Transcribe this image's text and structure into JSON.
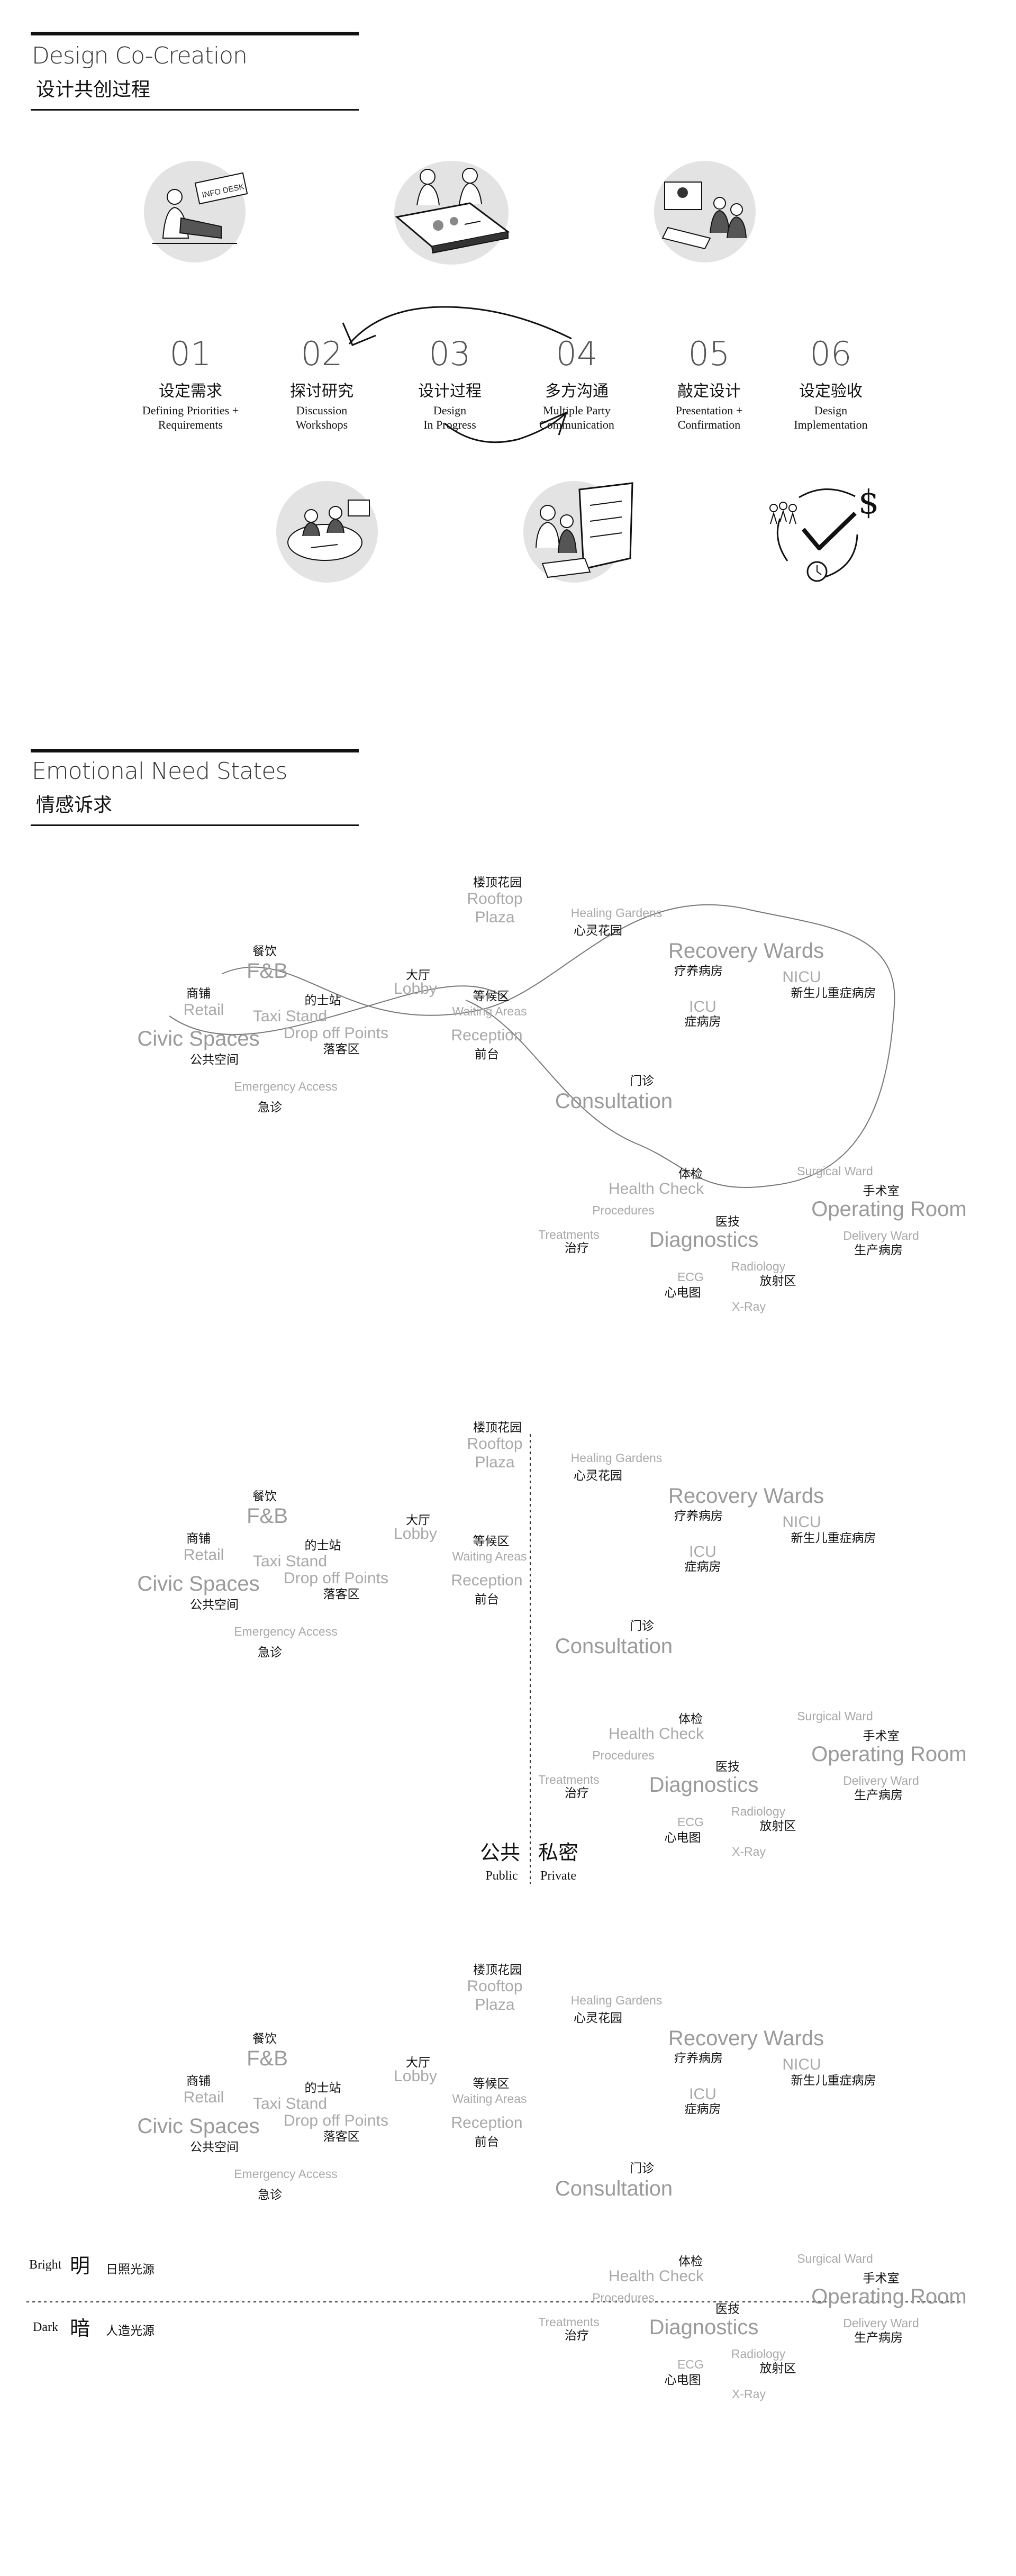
{
  "section1": {
    "title_en": "Design Co-Creation",
    "title_zh": "设计共创过程"
  },
  "steps": [
    {
      "num": "01",
      "zh": "设定需求",
      "en": "Defining Priorities +\nRequirements"
    },
    {
      "num": "02",
      "zh": "探讨研究",
      "en": "Discussion\nWorkshops"
    },
    {
      "num": "03",
      "zh": "设计过程",
      "en": "Design\nIn Progress"
    },
    {
      "num": "04",
      "zh": "多方沟通",
      "en": "Multiple Party\nCommunication"
    },
    {
      "num": "05",
      "zh": "敲定设计",
      "en": "Presentation +\nConfirmation"
    },
    {
      "num": "06",
      "zh": "设定验收",
      "en": "Design\nImplementation"
    }
  ],
  "illustrations": {
    "step1_sign": "INFO DESK",
    "icons": [
      "help-desk-sketch-icon",
      "workshop-table-sketch-icon",
      "meeting-room-sketch-icon",
      "team-review-sketch-icon",
      "document-review-sketch-icon",
      "approval-check-icon"
    ]
  },
  "section2": {
    "title_en": "Emotional Need States",
    "title_zh": "情感诉求"
  },
  "spaces": {
    "fb": {
      "en": "F&B",
      "zh": "餐饮"
    },
    "retail": {
      "en": "Retail",
      "zh": "商铺"
    },
    "civic": {
      "en": "Civic Spaces",
      "zh": "公共空间"
    },
    "taxi": {
      "en": "Taxi Stand",
      "zh": "的士站"
    },
    "dropoff": {
      "en": "Drop off Points",
      "zh": "落客区"
    },
    "emergency": {
      "en": "Emergency Access",
      "zh": "急诊"
    },
    "lobby": {
      "en": "Lobby",
      "zh": "大厅"
    },
    "rooftop": {
      "en": "Rooftop\nPlaza",
      "zh": "楼顶花园"
    },
    "waiting": {
      "en": "Waiting Areas",
      "zh": "等候区"
    },
    "reception": {
      "en": "Reception",
      "zh": "前台"
    },
    "healing": {
      "en": "Healing Gardens",
      "zh": "心灵花园"
    },
    "recovery": {
      "en": "Recovery Wards",
      "zh": "疗养病房"
    },
    "icu": {
      "en": "ICU",
      "zh": "症病房"
    },
    "nicu": {
      "en": "NICU",
      "zh": "新生儿重症病房"
    },
    "consultation": {
      "en": "Consultation",
      "zh": "门诊"
    },
    "health": {
      "en": "Health Check",
      "zh": "体检"
    },
    "procedures": {
      "en": "Procedures",
      "zh": ""
    },
    "treatments": {
      "en": "Treatments",
      "zh": "治疗"
    },
    "diagnostics": {
      "en": "Diagnostics",
      "zh": "医技"
    },
    "ecg": {
      "en": "ECG",
      "zh": "心电图"
    },
    "radiology": {
      "en": "Radiology",
      "zh": "放射区"
    },
    "xray": {
      "en": "X-Ray",
      "zh": ""
    },
    "surgical": {
      "en": "Surgical Ward",
      "zh": ""
    },
    "operating": {
      "en": "Operating Room",
      "zh": "手术室"
    },
    "delivery": {
      "en": "Delivery Ward",
      "zh": "生产病房"
    }
  },
  "axis_public_private": {
    "public_zh": "公共",
    "public_en": "Public",
    "private_zh": "私密",
    "private_en": "Private"
  },
  "axis_bright_dark": {
    "bright_en": "Bright",
    "bright_zh": "明",
    "bright_note": "日照光源",
    "dark_en": "Dark",
    "dark_zh": "暗",
    "dark_note": "人造光源"
  }
}
